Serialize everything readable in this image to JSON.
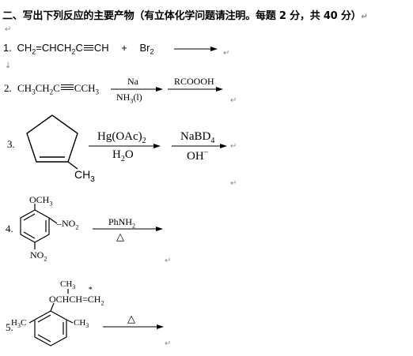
{
  "title": "二、写出下列反应的主要产物（有立体化学问题请注明。每题 2 分，共 40 分）",
  "paragraph_mark": "↵",
  "return_mark": "↓",
  "questions": [
    {
      "number": "1.",
      "reactant_parts": [
        "CH",
        "2",
        "=CHCH",
        "2",
        "C",
        "CH"
      ],
      "plus": "+",
      "reagent_parts": [
        "Br",
        "2"
      ]
    },
    {
      "number": "2.",
      "reactant_parts": [
        "CH",
        "3",
        "CH",
        "2",
        "C",
        "CCH",
        "3"
      ],
      "step1_above": "Na",
      "step1_below_parts": [
        "NH",
        "3",
        "(l)"
      ],
      "step2_above": "RCOOOH"
    },
    {
      "number": "3.",
      "substituent": "CH",
      "substituent_sub": "3",
      "step1_above_parts": [
        "Hg(OAc)",
        "2"
      ],
      "step1_below_parts": [
        "H",
        "2",
        "O"
      ],
      "step2_above_parts": [
        "NaBD",
        "4"
      ],
      "step2_below_parts": [
        "OH",
        "−"
      ]
    },
    {
      "number": "4.",
      "top_group": "OCH",
      "top_group_sub": "3",
      "side_group_parts": [
        "NO",
        "2"
      ],
      "bottom_group_parts": [
        "NO",
        "2"
      ],
      "reagent_parts": [
        "PhNH",
        "2"
      ],
      "condition": "△"
    },
    {
      "number": "5.",
      "methyl_top": "CH",
      "methyl_top_sub": "3",
      "chain_parts": [
        "OCHCH=",
        "C",
        "H",
        "2"
      ],
      "star": "*",
      "left_methyl_parts": [
        "H",
        "3",
        "C"
      ],
      "right_methyl_parts": [
        "CH",
        "3"
      ],
      "condition": "△"
    }
  ]
}
